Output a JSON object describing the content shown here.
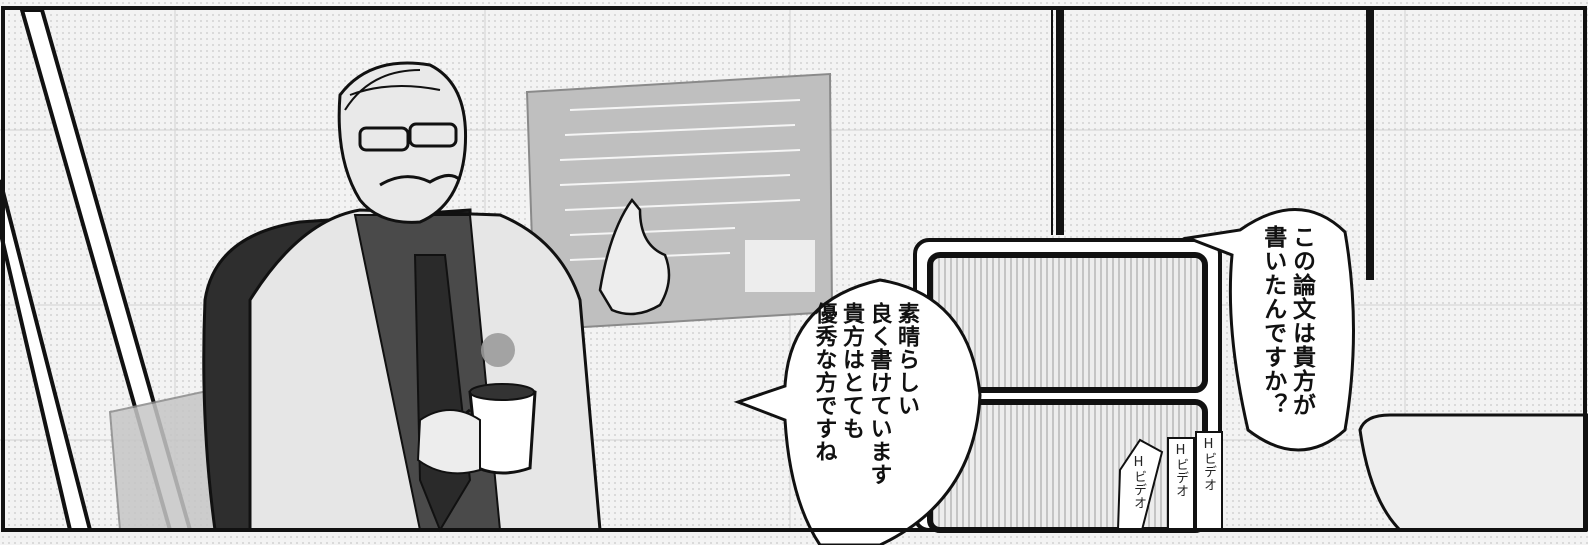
{
  "panel": {
    "speech_right": {
      "lines": [
        "この論文は貴方が",
        "書いたんですか？"
      ]
    },
    "speech_center": {
      "lines": [
        "素晴らしい",
        "良く書けています",
        "貴方はとても",
        "優秀な方ですね"
      ]
    },
    "video_spines": [
      "Hビデオ",
      "Hビデオ",
      "Hビデオ"
    ]
  },
  "colors": {
    "ink": "#111111",
    "paper": "#ffffff",
    "tone_light": "#efefef",
    "tone_mid": "#b9b9b9",
    "tone_dark": "#3a3a3a"
  }
}
